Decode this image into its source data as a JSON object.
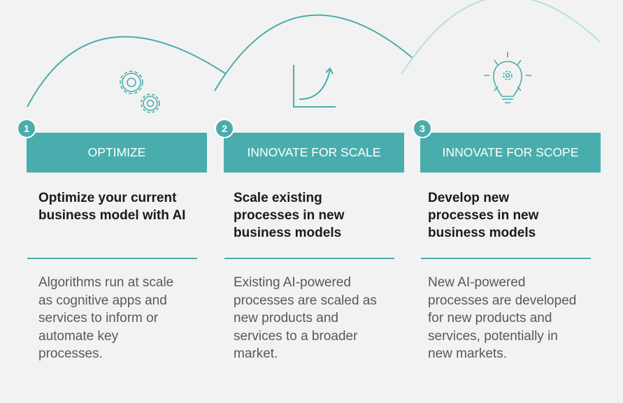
{
  "colors": {
    "accent": "#4aadad",
    "light_accent": "#b5e0e0",
    "background": "#f2f2f2"
  },
  "steps": [
    {
      "number": "1",
      "label": "OPTIMIZE",
      "icon": "gears-icon",
      "title": "Optimize your current business model with AI",
      "body": "Algorithms run at scale as cognitive apps and services to inform or automate key processes."
    },
    {
      "number": "2",
      "label": "INNOVATE FOR SCALE",
      "icon": "growth-chart-icon",
      "title": "Scale existing processes in new business models",
      "body": "Existing AI-powered processes are scaled as new products and services to a broader market."
    },
    {
      "number": "3",
      "label": "INNOVATE FOR SCOPE",
      "icon": "lightbulb-gear-icon",
      "title": "Develop new processes in new business models",
      "body": "New AI-powered processes are developed for new products and services, potentially in new markets."
    }
  ]
}
